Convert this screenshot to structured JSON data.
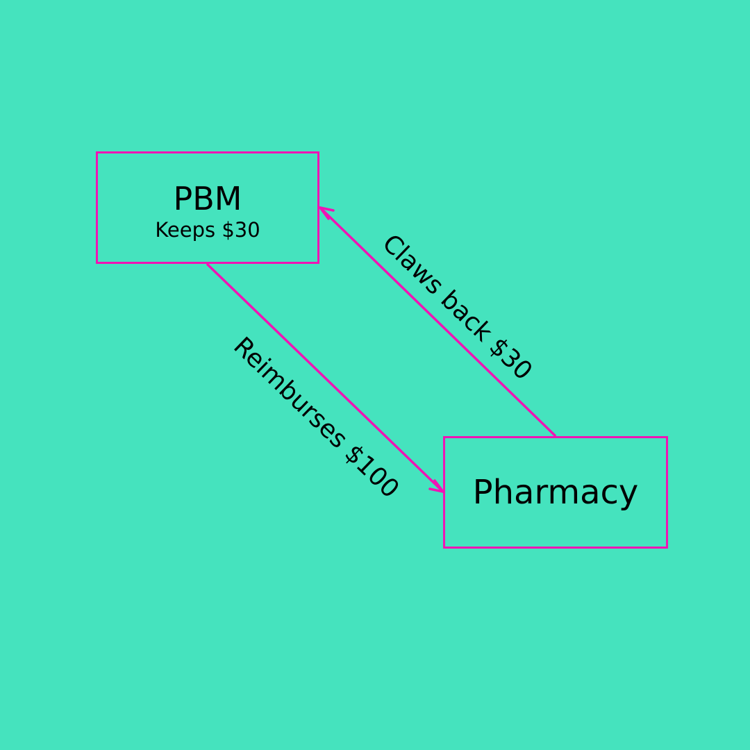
{
  "colors": {
    "background": "#45E3BE",
    "stroke": "#F014B4",
    "text": "#000000"
  },
  "nodes": {
    "pbm": {
      "title": "PBM",
      "subtitle": "Keeps $30"
    },
    "pharmacy": {
      "title": "Pharmacy"
    }
  },
  "edges": {
    "reimburses": {
      "from": "PBM",
      "to": "Pharmacy",
      "label": "Reimburses $100"
    },
    "claws_back": {
      "from": "Pharmacy",
      "to": "PBM",
      "label": "Claws back $30"
    }
  }
}
